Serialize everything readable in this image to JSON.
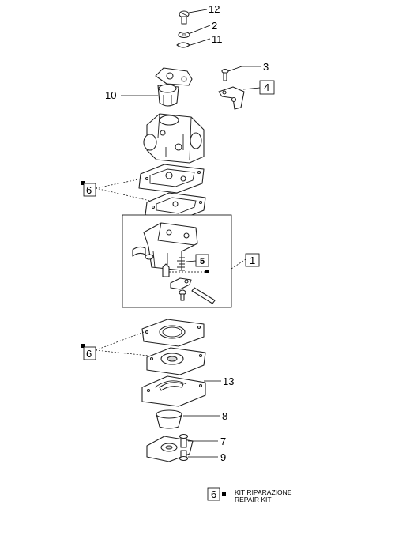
{
  "callouts": {
    "p12": "12",
    "p2": "2",
    "p11": "11",
    "p3": "3",
    "p4": "4",
    "p10": "10",
    "p6a": "6",
    "p5": "5",
    "p1": "1",
    "p6b": "6",
    "p13": "13",
    "p8": "8",
    "p7": "7",
    "p9": "9"
  },
  "legend": {
    "number": "6",
    "line1": "KIT RIPARAZIONE",
    "line2": "REPAIR KIT"
  },
  "colors": {
    "ink": "#000000",
    "background": "#ffffff"
  }
}
